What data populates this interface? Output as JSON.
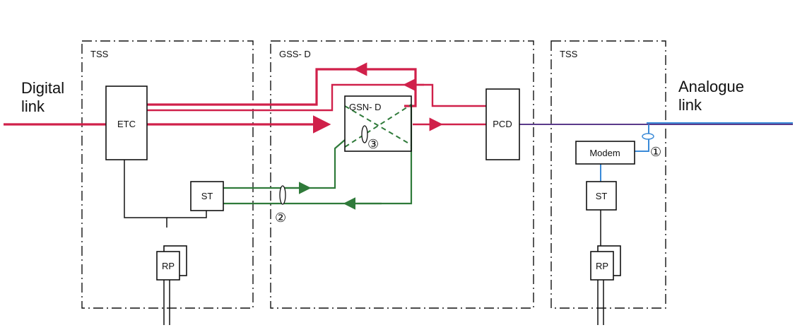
{
  "frames": {
    "left_tss": "TSS",
    "middle_gss": "GSS- D",
    "right_tss": "TSS"
  },
  "external_labels": {
    "digital_line1": "Digital",
    "digital_line2": "link",
    "analogue_line1": "Analogue",
    "analogue_line2": "link"
  },
  "blocks": {
    "etc": "ETC",
    "st_left": "ST",
    "rp_left": "RP",
    "gsn": "GSN- D",
    "pcd": "PCD",
    "modem": "Modem",
    "st_right": "ST",
    "rp_right": "RP"
  },
  "markers": {
    "m1": "①",
    "m2": "②",
    "m3": "③"
  },
  "colors": {
    "digital_path": "#d0204a",
    "control_path": "#2f7a3a",
    "analogue_path": "#3a8ad8"
  }
}
